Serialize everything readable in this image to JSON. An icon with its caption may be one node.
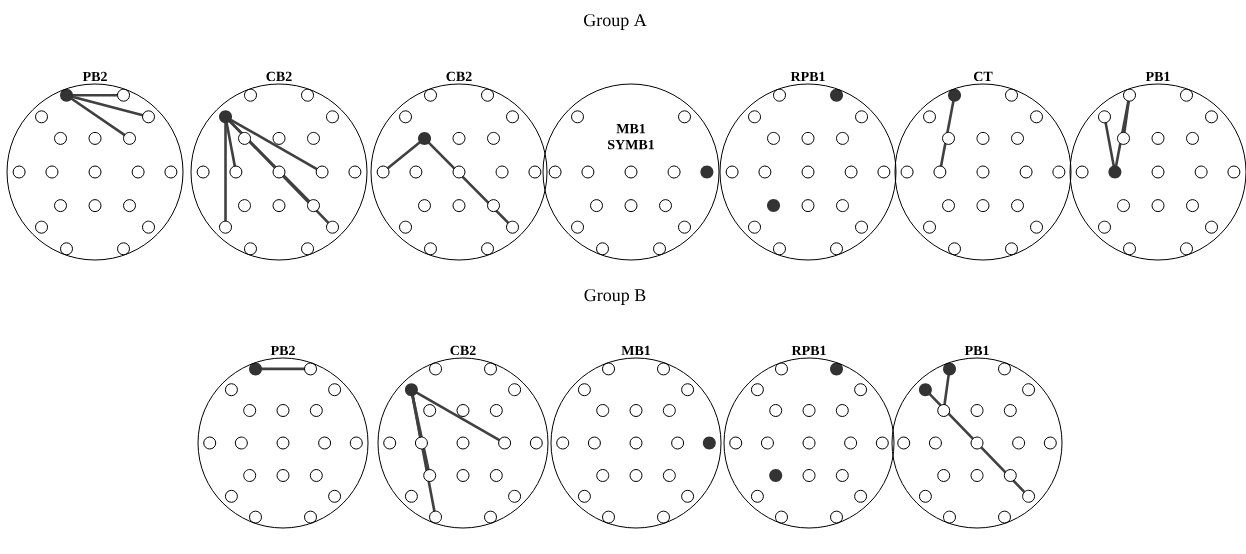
{
  "diagram": {
    "nodes": [
      {
        "text": [
          "PB2"
        ]
      },
      {
        "text": [
          "CB2"
        ]
      },
      {
        "text": [
          "CB2"
        ]
      },
      {
        "text": [
          "MB1 SYMB1"
        ]
      },
      {
        "text": [
          "RPB1"
        ]
      },
      {
        "text": [
          "CT"
        ]
      },
      {
        "text": [
          "PB1"
        ]
      },
      {
        "text": [
          "PB2"
        ]
      },
      {
        "text": [
          "CB2"
        ]
      },
      {
        "text": [
          "MB1"
        ]
      },
      {
        "text": [
          "RPB1"
        ]
      },
      {
        "text": [
          "PB1"
        ]
      }
    ],
    "labels": [
      "Group A",
      "Group B"
    ]
  }
}
